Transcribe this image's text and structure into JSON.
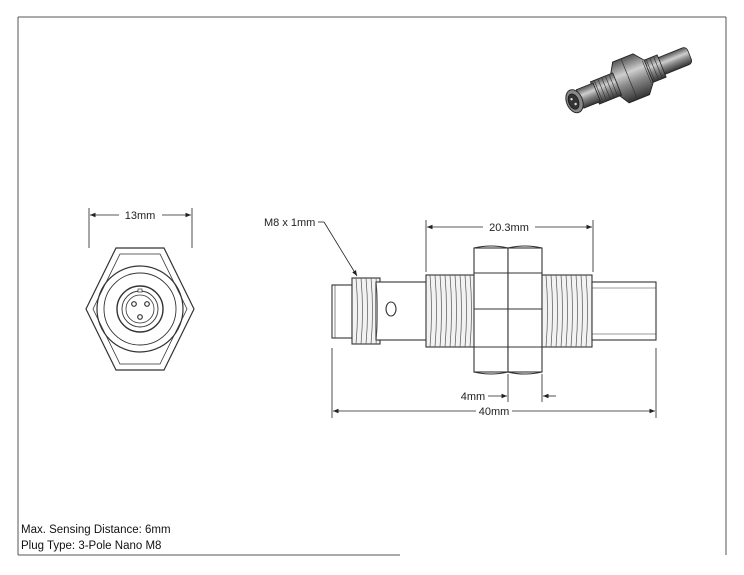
{
  "dimensions": {
    "hex_width": "13mm",
    "thread_callout": "M8 x 1mm",
    "thread_length": "20.3mm",
    "nut_thickness": "4mm",
    "overall_length": "40mm"
  },
  "notes": {
    "sensing_distance": "Max. Sensing Distance: 6mm",
    "plug_type": "Plug Type: 3-Pole Nano M8"
  },
  "colors": {
    "line": "#333333",
    "fill": "#ffffff",
    "shade": "#e6e6e6"
  },
  "icons": {
    "iso_view": "sensor-isometric-icon"
  }
}
